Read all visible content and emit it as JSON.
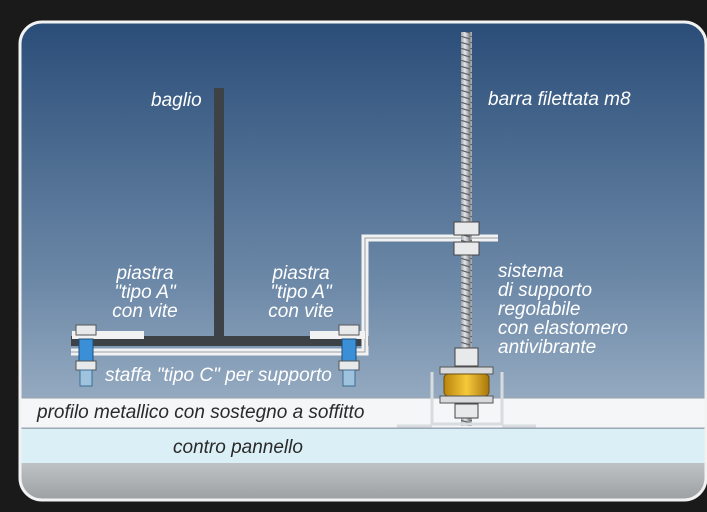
{
  "labels": {
    "baglio": "baglio",
    "threaded_rod": "barra filettata m8",
    "plate_left": [
      "piastra",
      "\"tipo A\"",
      "con vite"
    ],
    "plate_right": [
      "piastra",
      "\"tipo A\"",
      "con vite"
    ],
    "support_system": [
      "sistema",
      "di supporto",
      "regolabile",
      "con elastomero",
      "antivibrante"
    ],
    "bracket": "staffa \"tipo C\" per supporto",
    "profile": "profilo metallico con sostegno a soffitto",
    "counter_panel": "contro pannello"
  },
  "colors": {
    "sky_top": "#2a4d78",
    "sky_bottom": "#a9bccf",
    "profile_band": "#f4f6f8",
    "panel_band": "#dbeff6",
    "floor": "#aeb1b4",
    "frame": "#f2f2f2",
    "elastomer": "#e2a81a",
    "bolt_blue": "#3a8fd6"
  }
}
